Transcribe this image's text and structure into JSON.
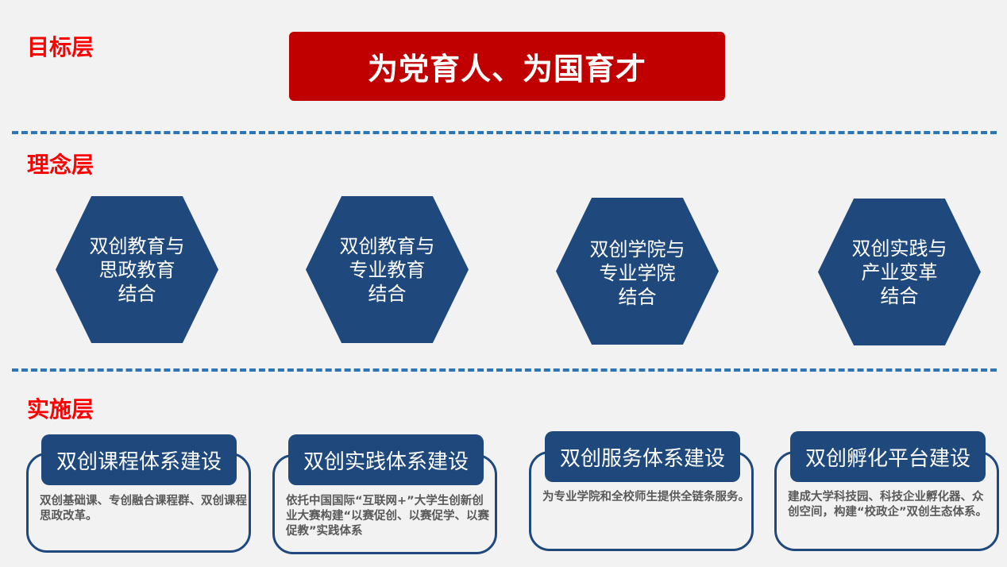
{
  "layers": {
    "goal": "目标层",
    "concept": "理念层",
    "implement": "实施层"
  },
  "goal_text": "为党育人、为国育才",
  "concepts": [
    {
      "lines": [
        "双创教育与",
        "思政教育",
        "结合"
      ]
    },
    {
      "lines": [
        "双创教育与",
        "专业教育",
        "结合"
      ]
    },
    {
      "lines": [
        "双创学院与",
        "专业学院",
        "结合"
      ]
    },
    {
      "lines": [
        "双创实践与",
        "产业变革",
        "结合"
      ]
    }
  ],
  "cards": [
    {
      "title": "双创课程体系建设",
      "body": "双创基础课、专创融合课程群、双创课程思政改革。"
    },
    {
      "title": "双创实践体系建设",
      "body": "依托中国国际“互联网+”大学生创新创业大赛构建“以赛促创、以赛促学、以赛促教”实践体系"
    },
    {
      "title": "双创服务体系建设",
      "body": "为专业学院和全校师生提供全链条服务。"
    },
    {
      "title": "双创孵化平台建设",
      "body": "建成大学科技园、科技企业孵化器、众创空间，构建“校政企”双创生态体系。"
    }
  ],
  "colors": {
    "red": "#c00000",
    "navy": "#1f497d",
    "dash": "#2e75b6"
  }
}
